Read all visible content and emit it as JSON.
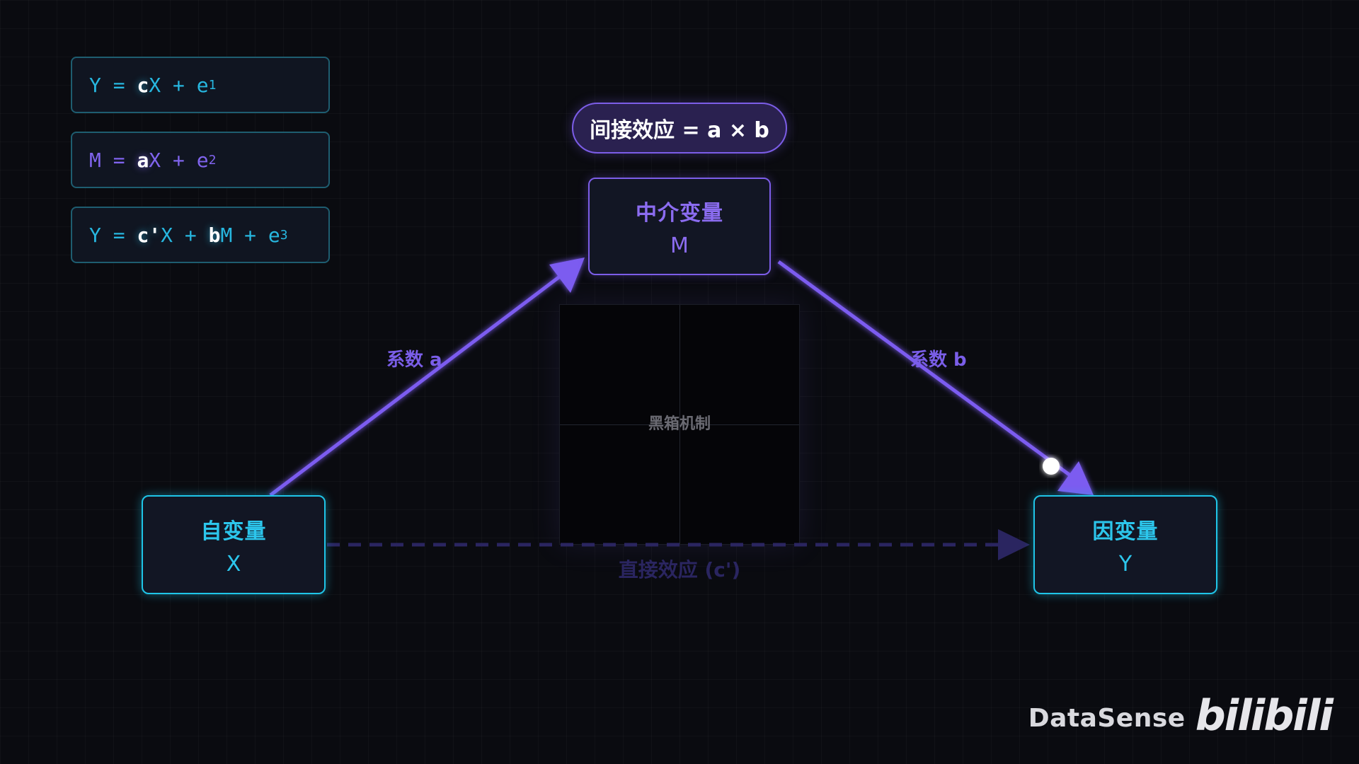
{
  "equations": [
    {
      "lhs": "Y",
      "coef1": "c",
      "var1": "X",
      "error": "e",
      "error_sub": "1"
    },
    {
      "lhs": "M",
      "coef1": "a",
      "var1": "X",
      "error": "e",
      "error_sub": "2"
    },
    {
      "lhs": "Y",
      "coef1": "c'",
      "var1": "X",
      "coef2": "b",
      "var2": "M",
      "error": "e",
      "error_sub": "3"
    }
  ],
  "operators": {
    "equals": "=",
    "plus": "+"
  },
  "indirect_effect": "间接效应 = a × b",
  "nodes": {
    "mediator": {
      "title": "中介变量",
      "letter": "M"
    },
    "independent": {
      "title": "自变量",
      "letter": "X"
    },
    "dependent": {
      "title": "因变量",
      "letter": "Y"
    }
  },
  "path_labels": {
    "a": "系数 a",
    "b": "系数 b",
    "direct": "直接效应 (c')"
  },
  "black_box_label": "黑箱机制",
  "watermark": {
    "brand": "DataSense",
    "platform": "bilibili"
  },
  "colors": {
    "background": "#0a0b10",
    "cyan": "#1fc5e8",
    "purple": "#7c5de8",
    "direct_path": "#2a2560"
  }
}
